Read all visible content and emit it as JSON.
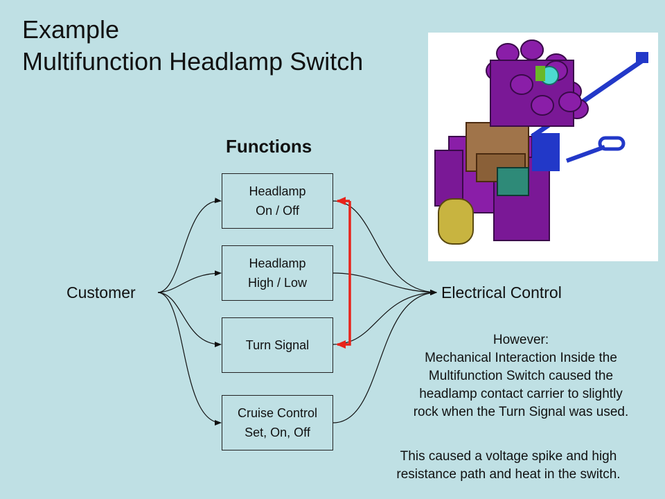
{
  "title": {
    "line1": "Example",
    "line2": "Multifunction Headlamp Switch"
  },
  "functions_heading": "Functions",
  "functions": [
    {
      "line1": "Headlamp",
      "line2": "On / Off"
    },
    {
      "line1": "Headlamp",
      "line2": "High / Low"
    },
    {
      "line1": "Turn Signal",
      "line2": ""
    },
    {
      "line1": "Cruise Control",
      "line2": "Set, On, Off"
    }
  ],
  "customer_label": "Customer",
  "electrical_label": "Electrical Control",
  "however_note": {
    "line1": "However:",
    "line2": "Mechanical Interaction Inside the",
    "line3": "Multifunction Switch caused the",
    "line4": "headlamp contact carrier to slightly",
    "line5": "rock when the Turn Signal was used."
  },
  "result_note": {
    "line1": "This caused a voltage spike and high",
    "line2": "resistance path and heat in the switch."
  },
  "colors": {
    "background": "#bfe0e4",
    "interaction_arrow": "#e8231a",
    "switch_body": "#8a1ea8"
  }
}
